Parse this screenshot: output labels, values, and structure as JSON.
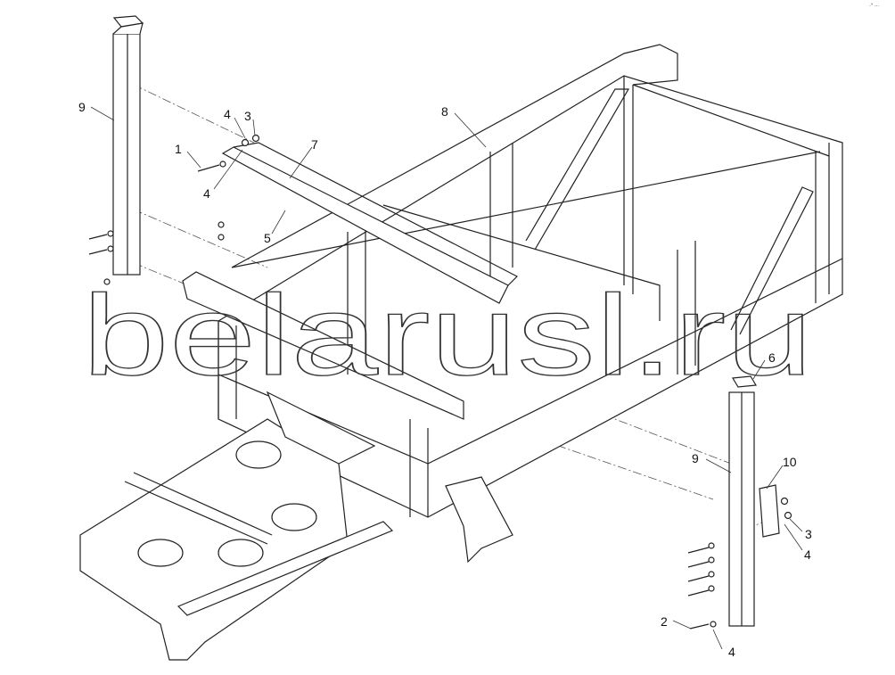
{
  "watermark": "belarusl.ru",
  "corner_mark": "·° ∙∙∙",
  "callouts": [
    {
      "id": "c9a",
      "text": "9"
    },
    {
      "id": "c4a",
      "text": "4"
    },
    {
      "id": "c3a",
      "text": "3"
    },
    {
      "id": "c1",
      "text": "1"
    },
    {
      "id": "c7",
      "text": "7"
    },
    {
      "id": "c8",
      "text": "8"
    },
    {
      "id": "c4b",
      "text": "4"
    },
    {
      "id": "c5",
      "text": "5"
    },
    {
      "id": "c6",
      "text": "6"
    },
    {
      "id": "c9b",
      "text": "9"
    },
    {
      "id": "c10",
      "text": "10"
    },
    {
      "id": "c3b",
      "text": "3"
    },
    {
      "id": "c4c",
      "text": "4"
    },
    {
      "id": "c2",
      "text": "2"
    },
    {
      "id": "c4d",
      "text": "4"
    }
  ]
}
